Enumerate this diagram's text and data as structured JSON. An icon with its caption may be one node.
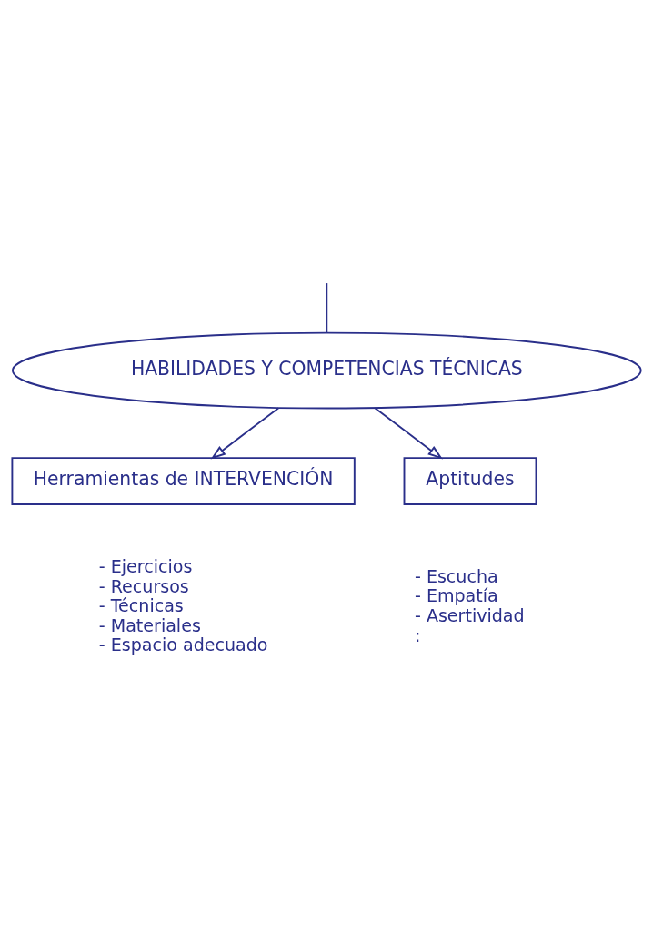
{
  "diagram": {
    "nodes": [
      {
        "text": [
          "HABILIDADES Y COMPETENCIAS TÉCNICAS"
        ]
      },
      {
        "text": [
          "Herramientas de INTERVENCIÓN"
        ],
        "beside": [
          "- Ejercicios",
          "- Recursos",
          "- Técnicas",
          "- Materiales",
          "- Espacio adecuado"
        ]
      },
      {
        "text": [
          "Aptitudes"
        ],
        "beside": [
          "- Escucha",
          "- Empatía",
          "- Asertividad",
          ":"
        ]
      }
    ],
    "edges": [
      {
        "from": null,
        "to": 0,
        "arrow": "none"
      },
      {
        "from": 0,
        "to": 1,
        "arrow": "to"
      },
      {
        "from": 0,
        "to": 2,
        "arrow": "to"
      }
    ]
  }
}
